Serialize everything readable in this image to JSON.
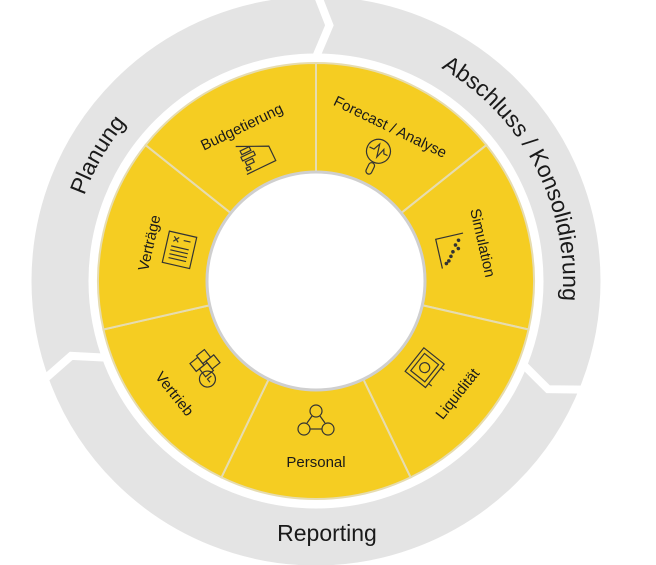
{
  "colors": {
    "segment": "#f5cd22",
    "divider": "#e6dcb0",
    "outer_ring": "#e4e4e4",
    "inner": "#ffffff"
  },
  "phases": [
    {
      "label": "Planung"
    },
    {
      "label": "Abschluss / Konsolidierung"
    },
    {
      "label": "Reporting"
    }
  ],
  "segments": [
    {
      "label": "Forecast / Analyse",
      "icon": "magnifier-chart-icon"
    },
    {
      "label": "Simulation",
      "icon": "scatter-plot-icon"
    },
    {
      "label": "Liquidität",
      "icon": "safe-icon"
    },
    {
      "label": "Personal",
      "icon": "people-network-icon"
    },
    {
      "label": "Vertrieb",
      "icon": "boxes-clock-icon"
    },
    {
      "label": "Verträge",
      "icon": "contract-document-icon"
    },
    {
      "label": "Budgetierung",
      "icon": "bar-chart-icon"
    }
  ]
}
